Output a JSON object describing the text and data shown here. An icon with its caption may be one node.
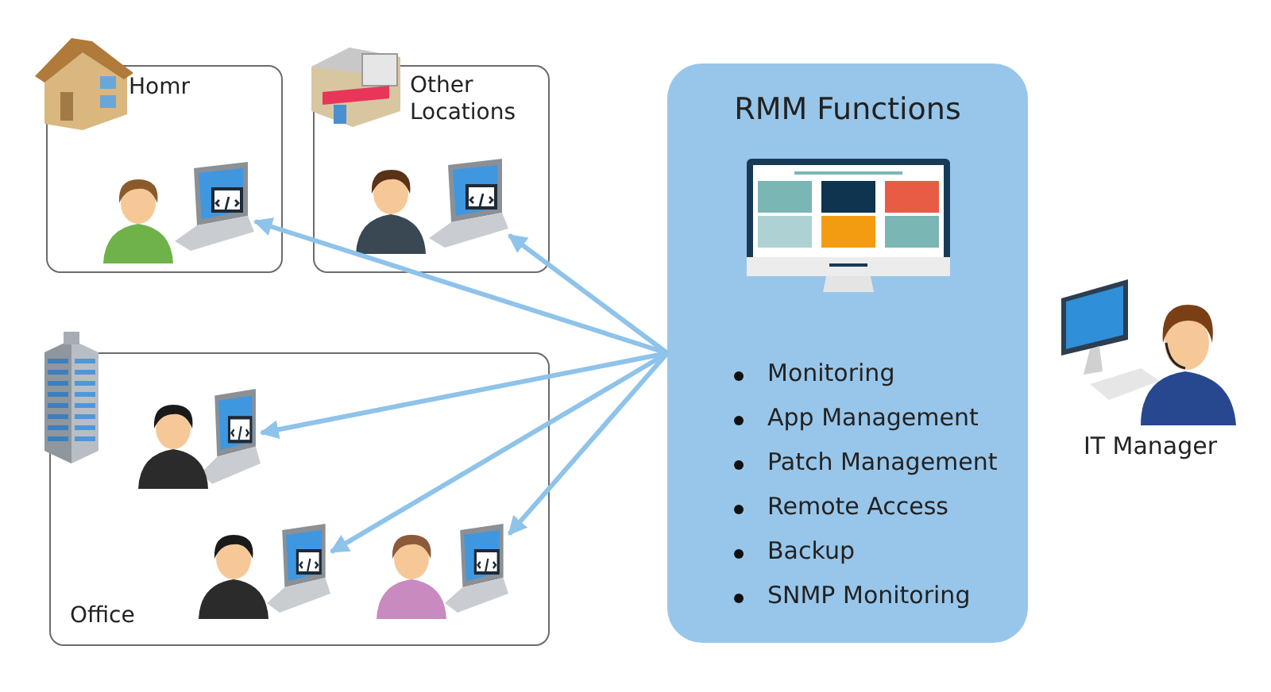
{
  "diagram": {
    "nodes": [
      {
        "text": [
          "Homr"
        ]
      },
      {
        "text": [
          "Other Locations"
        ]
      },
      {
        "text": [
          "Office"
        ]
      },
      {
        "text": [
          "RMM Functions",
          "Monitoring",
          "App Management",
          "Patch Management",
          "Remote Access",
          "Backup",
          "SNMP Monitoring"
        ]
      },
      {
        "text": [
          "IT Manager"
        ]
      },
      {
        "text": [],
        "shape": "picture",
        "in": 0
      },
      {
        "text": [],
        "shape": "picture",
        "in": 1
      },
      {
        "text": [],
        "shape": "picture",
        "in": 2
      },
      {
        "text": [],
        "shape": "picture",
        "in": 2
      },
      {
        "text": [],
        "shape": "picture",
        "in": 2
      }
    ],
    "edges": [
      {
        "from": 3,
        "to": 5,
        "arrow": "to"
      },
      {
        "from": 3,
        "to": 6,
        "arrow": "to"
      },
      {
        "from": 3,
        "to": 7,
        "arrow": "to"
      },
      {
        "from": 3,
        "to": 8,
        "arrow": "to"
      },
      {
        "from": 3,
        "to": 9,
        "arrow": "to"
      }
    ]
  }
}
